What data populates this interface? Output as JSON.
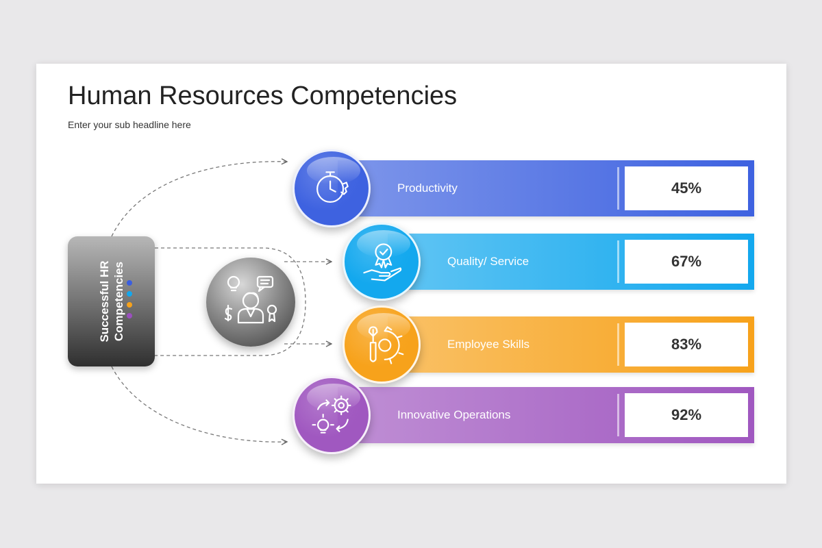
{
  "title": "Human Resources Competencies",
  "subtitle": "Enter your sub headline here",
  "hub": {
    "label": "Successful HR Competencies",
    "dot_colors": [
      "#3a5ee0",
      "#12a7ee",
      "#f7a21b",
      "#9b4fbf"
    ]
  },
  "center_icon": "hr-manager-icon",
  "items": [
    {
      "label": "Productivity",
      "value": "45%",
      "color": "#3e62e0",
      "icon": "timer-gear-icon"
    },
    {
      "label": "Quality/ Service",
      "value": "67%",
      "color": "#13a8ee",
      "icon": "award-hand-icon"
    },
    {
      "label": "Employee Skills",
      "value": "83%",
      "color": "#f7a21b",
      "icon": "tools-gear-icon"
    },
    {
      "label": "Innovative Operations",
      "value": "92%",
      "color": "#a058c0",
      "icon": "bulb-gear-icon"
    }
  ]
}
